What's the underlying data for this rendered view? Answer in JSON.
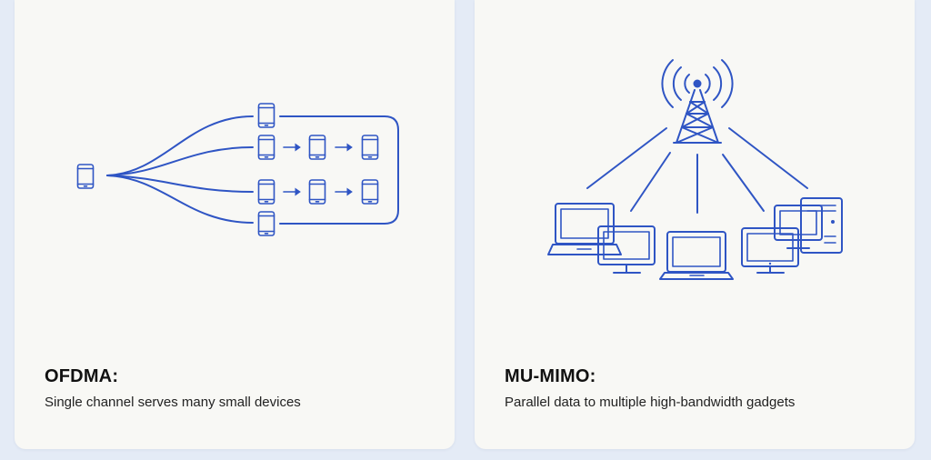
{
  "colors": {
    "accent": "#2f55c4",
    "card_bg": "#f8f8f5",
    "page_bg": "#e4ebf6"
  },
  "cards": [
    {
      "title": "OFDMA:",
      "description": "Single channel serves many small devices",
      "icons": [
        "phone-icon",
        "arrow-icon"
      ]
    },
    {
      "title": "MU-MIMO:",
      "description": "Parallel data to multiple high-bandwidth gadgets",
      "icons": [
        "antenna-tower-icon",
        "laptop-icon",
        "monitor-icon",
        "desktop-tower-icon"
      ]
    }
  ]
}
